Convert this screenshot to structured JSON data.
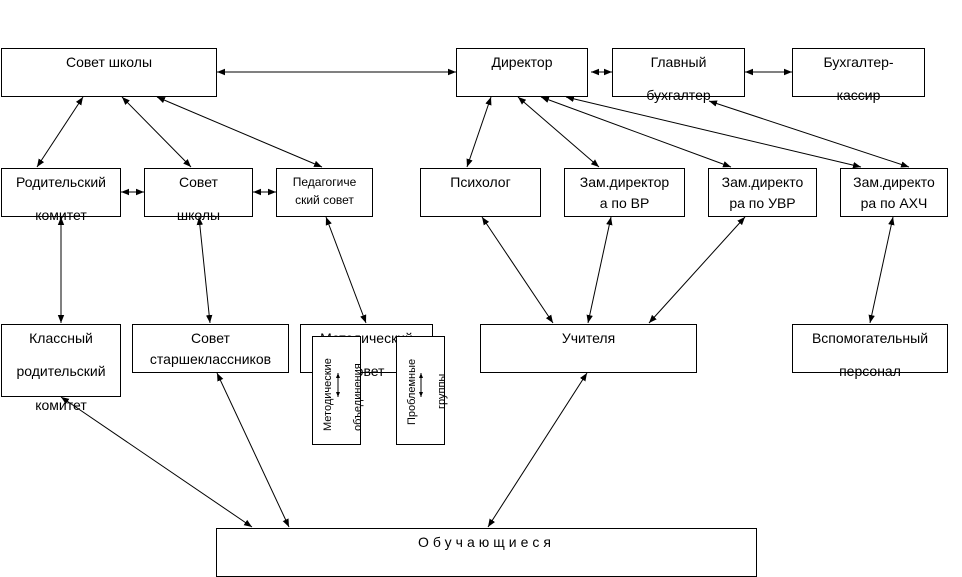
{
  "nodes": {
    "sovet_shkoly_top": "Совет школы",
    "direktor": "Директор",
    "glavny_buh_1": "Главный",
    "glavny_buh_2": "бухгалтер",
    "buh_kassir_1": "Бухгалтер-",
    "buh_kassir_2": "кассир",
    "rod_komitet_1": "Родительский",
    "rod_komitet_2": "комитет",
    "sovet_shkoly_mid_1": "Совет",
    "sovet_shkoly_mid_2": "школы",
    "ped_sovet_1": "Педагогиче",
    "ped_sovet_2": "ский совет",
    "psiholog": "Психолог",
    "zam_vr_1": "Зам.директор",
    "zam_vr_2": "а по ВР",
    "zam_uvr_1": "Зам.директо",
    "zam_uvr_2": "ра по УВР",
    "zam_ahch_1": "Зам.директо",
    "zam_ahch_2": "ра по АХЧ",
    "klassny_1": "Классный",
    "klassny_2": "родительский",
    "klassny_3": "комитет",
    "sovet_starsh_1": "Совет",
    "sovet_starsh_2": "старшеклассников",
    "metod_sovet_1": "Методический",
    "metod_sovet_2": "совет",
    "metod_obed_1": "Методические",
    "metod_obed_2": "объединения",
    "problem_gr_1": "Проблемные",
    "problem_gr_2": "группы",
    "uchitelya": "Учителя",
    "vspomog_1": "Вспомогательный",
    "vspomog_2": "персонал",
    "obuchayushiesya": "Обучающиеся"
  }
}
